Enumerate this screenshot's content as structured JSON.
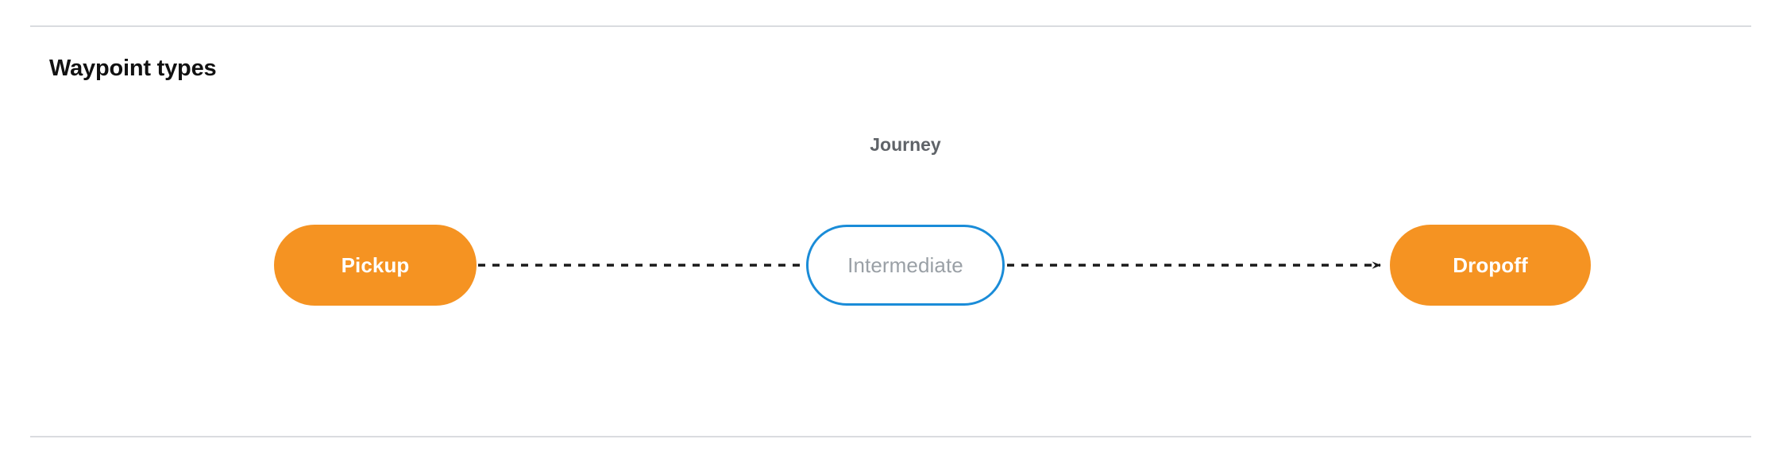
{
  "section": {
    "title": "Waypoint types"
  },
  "diagram": {
    "group_label": "Journey",
    "nodes": [
      {
        "id": "pickup",
        "label": "Pickup",
        "kind": "terminal",
        "fill": "#F59322",
        "text_color": "#FFFFFF"
      },
      {
        "id": "intermediate",
        "label": "Intermediate",
        "kind": "intermediate",
        "fill": "#FFFFFF",
        "border_color": "#1A8CD8",
        "text_color": "#9AA0A6"
      },
      {
        "id": "dropoff",
        "label": "Dropoff",
        "kind": "terminal",
        "fill": "#F59322",
        "text_color": "#FFFFFF"
      }
    ],
    "edges": [
      {
        "from": "pickup",
        "to": "intermediate",
        "style": "dashed",
        "arrowhead": false,
        "color": "#1A1A1A"
      },
      {
        "from": "intermediate",
        "to": "dropoff",
        "style": "dashed",
        "arrowhead": true,
        "color": "#1A1A1A"
      }
    ]
  },
  "dividers": {
    "color": "#DADCE0"
  }
}
